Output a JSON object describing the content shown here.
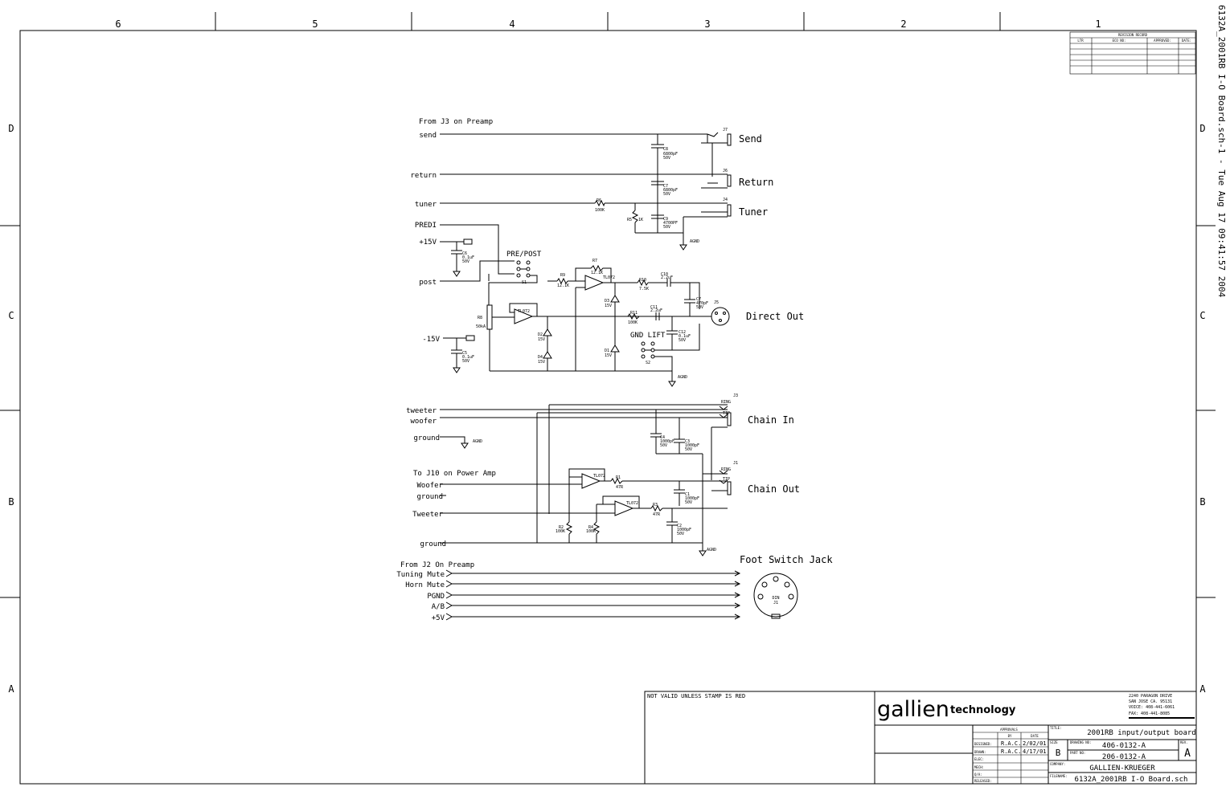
{
  "frame": {
    "cols": [
      "6",
      "5",
      "4",
      "3",
      "2",
      "1"
    ],
    "rows": [
      "D",
      "C",
      "B",
      "A"
    ],
    "side_stamp": "6132A_2001RB I-O Board.sch-1 - Tue Aug 17 09:41:57 2004"
  },
  "revision": {
    "title": "REVISION RECORD",
    "headers": [
      "LTR",
      "ECO NO:",
      "APPROVED:",
      "DATE:"
    ]
  },
  "labels": {
    "from_j3": "From J3 on Preamp",
    "send": "send",
    "return": "return",
    "tuner": "tuner",
    "predi": "PREDI",
    "p15v": "+15V",
    "post": "post",
    "m15v": "-15V",
    "pre_post": "PRE/POST",
    "gnd_lift": "GND LIFT",
    "jack_send": "Send",
    "jack_return": "Return",
    "jack_tuner": "Tuner",
    "direct_out": "Direct Out",
    "tweeter": "tweeter",
    "woofer": "woofer",
    "ground1": "ground",
    "chain_in": "Chain In",
    "chain_out": "Chain Out",
    "to_j10": "To J10 on Power Amp",
    "woofer2": "Woofer",
    "ground2": "ground",
    "tweeter2": "Tweeter",
    "ground3": "ground",
    "foot_switch": "Foot Switch Jack",
    "from_j2": "From J2 On Preamp",
    "tuning_mute": "Tuning Mute",
    "horn_mute": "Horn Mute",
    "pgnd": "PGND",
    "ab": "A/B",
    "p5v": "+5V",
    "din": "DIN",
    "j1": "J1"
  },
  "components": {
    "c8": "C8",
    "c8v": "6800pF",
    "c8u": "50V",
    "c7": "C7",
    "c7v": "6800pF",
    "c7u": "50V",
    "r6": "R6",
    "r6v": "100K",
    "r5": "R5",
    "r5v": "1K",
    "c9": "C9",
    "c9v": "4700PF",
    "c9u": "50V",
    "c6": "C6",
    "c6v": "0.1uF",
    "c6u": "50V",
    "c5": "C5",
    "c5v": "0.1uF",
    "c5u": "50V",
    "s1": "S1",
    "s2": "S2",
    "r9": "R9",
    "r9v": "12.1K",
    "r7": "R7",
    "r7v": "12.1K",
    "u2b": "TL072",
    "u2a": "TL072",
    "r10": "R10",
    "r10v": "7.5K",
    "r11": "R11",
    "r11v": "100K",
    "c10": "C10",
    "c10v": "2.2uF",
    "c11": "C11",
    "c11v": "2.2uF",
    "c7b": "C7",
    "c7bv": "470pF",
    "c7bu": "50V",
    "c12": "C12",
    "c12v": "0.1uF",
    "c12u": "50V",
    "r8": "R8",
    "r8v": "50kA",
    "d2": "D2",
    "d2v": "15V",
    "d3": "D3",
    "d3v": "15V",
    "d4": "D4",
    "d4v": "15V",
    "d1": "D1",
    "d1v": "15V",
    "j5": "J5",
    "c4": "C4",
    "c4v": "1000pF",
    "c4u": "50V",
    "c3": "C3",
    "c3v": "1000pF",
    "c3u": "50V",
    "c1": "C1",
    "c1v": "1000pF",
    "c1u": "50V",
    "c2": "C2",
    "c2v": "1000pF",
    "c2u": "50V",
    "u1b": "TL072",
    "u1a": "TL072",
    "r1": "R1",
    "r1v": "47R",
    "r3": "R3",
    "r3v": "47R",
    "r2": "R2",
    "r2v": "100K",
    "r4": "R4",
    "r4v": "100K",
    "agnd": "AGND",
    "j7": "J7",
    "j6": "J6",
    "j4": "J4",
    "j3": "J3",
    "j2": "J2",
    "j1c": "J1",
    "ring": "RING",
    "tip": "TIP"
  },
  "title_block": {
    "stamp_note": "NOT VALID UNLESS STAMP IS RED",
    "brand": "gallien",
    "brand_suffix": "technology",
    "address1": "2240 PARAGON DRIVE",
    "address2": "SAN JOSE CA. 95131",
    "voice": "VOICE:  408-441-6061",
    "fax": "FAX:  408-441-8085",
    "approvals": "APPROVALS",
    "by_h": "BY",
    "date_h": "DATE",
    "designed": "DESIGNED:",
    "designed_by": "R.A.C.",
    "designed_date": "2/02/01",
    "drawn": "DRAWN:",
    "drawn_by": "R.A.C.",
    "drawn_date": "4/17/01",
    "elec": "ELEC:",
    "mech": "MECH:",
    "qa": "Q/A:",
    "released": "RELEASED:",
    "title_h": "TITLE:",
    "title": "2001RB input/output board",
    "size_h": "SIZE",
    "size": "B",
    "drawing_no_h": "DRAWING NO:",
    "drawing_no": "406-0132-A",
    "part_no_h": "PART NO:",
    "part_no": "206-0132-A",
    "rev_h": "REV.",
    "rev": "A",
    "company_h": "COMPANY:",
    "company": "GALLIEN-KRUEGER",
    "filename_h": "FILENAME:",
    "filename": "6132A_2001RB I-O Board.sch"
  }
}
